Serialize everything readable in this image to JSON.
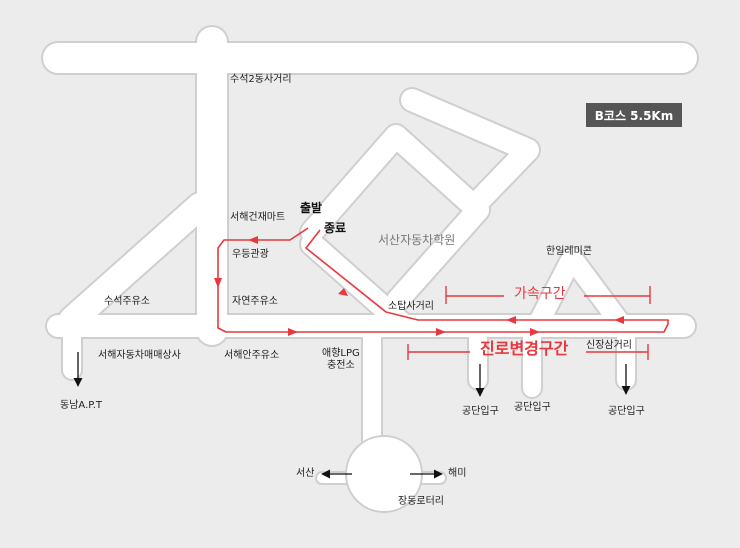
{
  "badge": "B코스  5.5Km",
  "labels": {
    "suseok2": "수석2동사거리",
    "seohae_geonjae": "서해건재마트",
    "start": "출발",
    "end": "종료",
    "academy": "서산자동차학원",
    "udeung": "우등관광",
    "hanil": "한일레미콘",
    "suseok_gas": "수석주유소",
    "jayeon_gas": "자연주유소",
    "sotap": "소탑사거리",
    "accel": "가속구간",
    "lanechange": "진로변경구간",
    "sinjang": "신장삼거리",
    "seohae_car": "서해자동차매매상사",
    "seohaean_gas": "서해안주유소",
    "aehyang_1": "애향LPG",
    "aehyang_2": "충전소",
    "dongnam": "동남A.P.T",
    "gongdan1": "공단입구",
    "gongdan2": "공단입구",
    "gongdan3": "공단입구",
    "seosan": "서산",
    "haemi": "해미",
    "rotary": "장동로터리"
  },
  "colors": {
    "route": "#e8383d",
    "road": "#ffffff",
    "road_outline": "#cfcfcf",
    "background": "#ececec",
    "badge": "#555555"
  }
}
